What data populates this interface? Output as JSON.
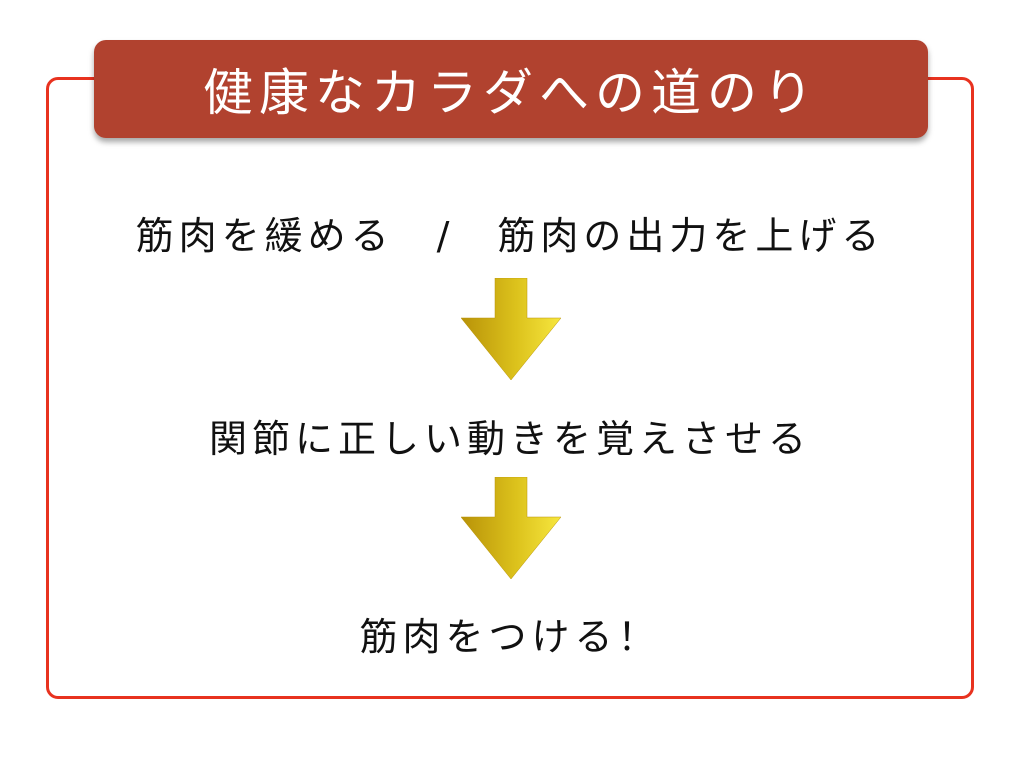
{
  "title": "健康なカラダへの道のり",
  "steps": [
    "筋肉を緩める　/　筋肉の出力を上げる",
    "関節に正しい動きを覚えさせる",
    "筋肉をつける！"
  ],
  "icons": [
    "down-arrow-icon",
    "down-arrow-icon"
  ],
  "colors": {
    "banner": "#b1422f",
    "frame_border": "#e8321f",
    "arrow_dark": "#c9a70a",
    "arrow_light": "#f5e13a"
  }
}
